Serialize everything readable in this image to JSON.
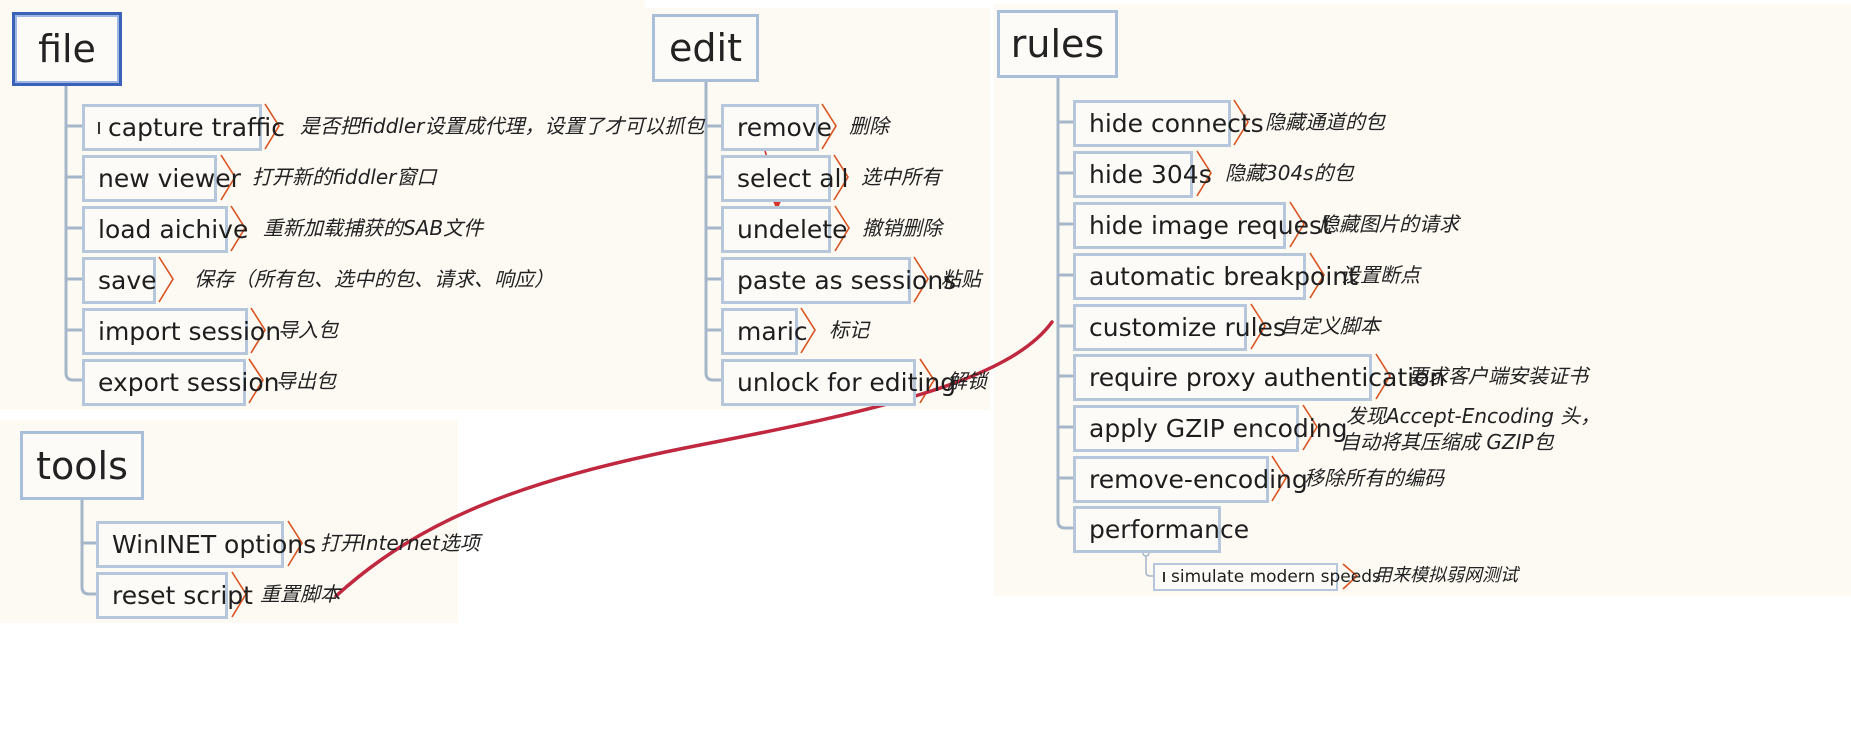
{
  "file": {
    "title": "file",
    "items": [
      {
        "label": "capture traffic",
        "checkbox": true,
        "note": "是否把fiddler设置成代理，设置了才可以抓包"
      },
      {
        "label": "new viewer",
        "note": "打开新的fiddler窗口"
      },
      {
        "label": "load aichive",
        "note": "重新加载捕获的SAB文件"
      },
      {
        "label": "save",
        "note": "保存（所有包、选中的包、请求、响应）"
      },
      {
        "label": "import session",
        "note": "导入包"
      },
      {
        "label": "export session",
        "note": "导出包"
      }
    ]
  },
  "edit": {
    "title": "edit",
    "items": [
      {
        "label": "remove",
        "note": "删除"
      },
      {
        "label": "select all",
        "note": "选中所有"
      },
      {
        "label": "undelete",
        "note": "撤销删除"
      },
      {
        "label": "paste as sessions",
        "note": "粘贴"
      },
      {
        "label": "maric",
        "note": "标记"
      },
      {
        "label": "unlock for editing",
        "note": "解锁"
      }
    ]
  },
  "rules": {
    "title": "rules",
    "items": [
      {
        "label": "hide connects",
        "note": "隐藏通道的包"
      },
      {
        "label": "hide 304s",
        "note": "隐藏304s的包"
      },
      {
        "label": "hide image request",
        "note": "隐藏图片的请求"
      },
      {
        "label": "automatic breakpoint",
        "note": "设置断点"
      },
      {
        "label": "customize rules",
        "note": "自定义脚本"
      },
      {
        "label": "require proxy authentication",
        "note": "要求客户端安装证书"
      },
      {
        "label": "apply GZIP encoding",
        "note_line1": "发现Accept-Encoding 头，",
        "note_line2": "自动将其压缩成 GZIP包"
      },
      {
        "label": "remove-encoding",
        "note": "移除所有的编码"
      },
      {
        "label": "performance"
      }
    ],
    "sub": {
      "label": "simulate modern speeds",
      "checkbox": true,
      "note": "用来模拟弱网测试"
    }
  },
  "tools": {
    "title": "tools",
    "items": [
      {
        "label": "WinINET options",
        "note": "打开Internet选项"
      },
      {
        "label": "reset script",
        "note": "重置脚本"
      }
    ]
  },
  "colors": {
    "node_border": "#b6c7dc",
    "selected_border": "#3a62b8",
    "callout_arrow": "#d9531e",
    "annotation_stroke": "#c0283f",
    "panel_bg": "#fdf9f3"
  }
}
